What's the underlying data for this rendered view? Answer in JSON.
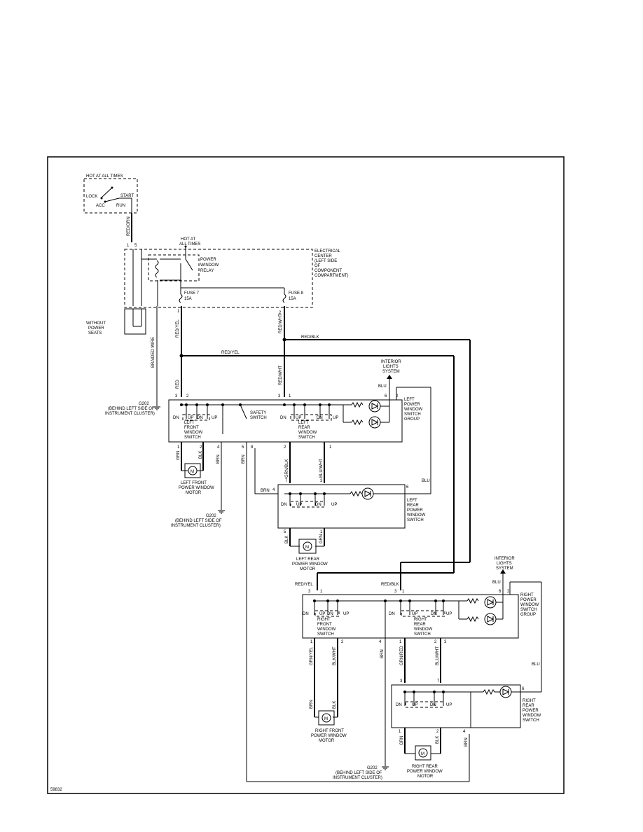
{
  "figure_id": "59832",
  "ignition": {
    "hot": "HOT AT ALL TIMES",
    "lock": "LOCK",
    "acc": "ACC",
    "start": "START",
    "run": "RUN"
  },
  "electrical_center": {
    "hot": [
      "HOT AT",
      "ALL TIMES"
    ],
    "label": [
      "ELECTRICAL",
      "CENTER",
      "(LEFT SIDE",
      "OF",
      "COMPONENT",
      "COMPARTMENT)"
    ],
    "relay": [
      "POWER",
      "WINDOW",
      "RELAY"
    ],
    "fuse7": [
      "FUSE 7",
      "15A"
    ],
    "fuse8": [
      "FUSE 8",
      "15A"
    ]
  },
  "without_power_seats": [
    "WITHOUT",
    "POWER",
    "SEATS"
  ],
  "wires": {
    "red_orn": "RED/ORN",
    "red_yel": "RED/YEL",
    "red_wht": "RED/WHT",
    "red_blk": "RED/BLK",
    "red": "RED",
    "braided": "BRAIDED WIRE",
    "blu": "BLU",
    "grn": "GRN",
    "blk": "BLK",
    "brn": "BRN",
    "grn_blk": "GRN/BLK",
    "blu_wht": "BLU/WHT",
    "grn_red": "GRN/RED",
    "grn_yel": "GRN/YEL",
    "blk_wht": "BLK/WHT"
  },
  "ground": {
    "name": "G202",
    "note1": "(BEHIND LEFT SIDE OF",
    "note2": "INSTRUMENT CLUSTER)"
  },
  "interior_lights": [
    "INTERIOR",
    "LIGHTS",
    "SYSTEM"
  ],
  "switch_words": {
    "up": "UP",
    "dn": "DN"
  },
  "left_group": [
    "LEFT",
    "POWER",
    "WINDOW",
    "SWITCH",
    "GROUP"
  ],
  "left_front_switch": [
    "LEFT",
    "FRONT",
    "WINDOW",
    "SWITCH"
  ],
  "safety_switch": [
    "SAFETY",
    "SWITCH"
  ],
  "left_rear_switch_in_group": [
    "LEFT",
    "REAR",
    "WINDOW",
    "SWITCH"
  ],
  "left_front_motor": [
    "LEFT FRONT",
    "POWER WINDOW",
    "MOTOR"
  ],
  "left_rear_switch": [
    "LEFT",
    "REAR",
    "POWER",
    "WINDOW",
    "SWITCH"
  ],
  "left_rear_motor": [
    "LEFT REAR",
    "POWER WINDOW",
    "MOTOR"
  ],
  "right_group": [
    "RIGHT",
    "POWER",
    "WINDOW",
    "SWITCH",
    "GROUP"
  ],
  "right_front_switch": [
    "RIGHT",
    "FRONT",
    "WINDOW",
    "SWITCH"
  ],
  "right_rear_switch_in_group": [
    "RIGHT",
    "REAR",
    "WINDOW",
    "SWITCH"
  ],
  "right_front_motor": [
    "RIGHT FRONT",
    "POWER WINDOW",
    "MOTOR"
  ],
  "right_rear_switch": [
    "RIGHT",
    "REAR",
    "POWER",
    "WINDOW",
    "SWITCH"
  ],
  "right_rear_motor": [
    "RIGHT REAR",
    "POWER WINDOW",
    "MOTOR"
  ],
  "pins": {
    "p1": "1",
    "p2": "2",
    "p3": "3",
    "p4": "4",
    "p5": "5",
    "p6": "6",
    "p7": "7",
    "p8": "8"
  }
}
